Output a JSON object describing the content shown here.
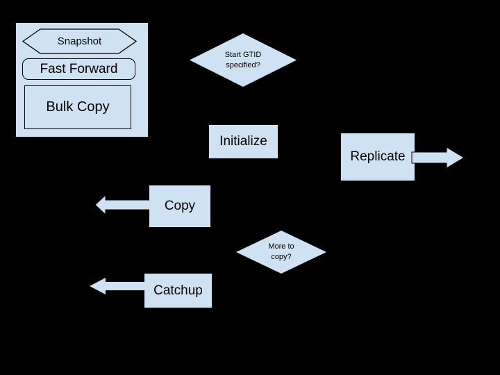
{
  "colors": {
    "background": "#000000",
    "shape_fill": "#cfe2f3",
    "outline": "#000000",
    "text": "#000000"
  },
  "legend": {
    "items": [
      {
        "shape": "hexagon",
        "label": "Snapshot"
      },
      {
        "shape": "rounded-rect",
        "label": "Fast Forward"
      },
      {
        "shape": "rect",
        "label": "Bulk Copy"
      }
    ]
  },
  "flowchart": {
    "decisions": [
      {
        "id": "start-gtid",
        "line1": "Start GTID",
        "line2": "specified?"
      },
      {
        "id": "more-to-copy",
        "line1": "More to",
        "line2": "copy?"
      }
    ],
    "steps": [
      {
        "id": "initialize",
        "label": "Initialize"
      },
      {
        "id": "replicate",
        "label": "Replicate"
      },
      {
        "id": "copy",
        "label": "Copy"
      },
      {
        "id": "catchup",
        "label": "Catchup"
      }
    ],
    "arrows": [
      {
        "id": "replicate-out",
        "icon": "arrow-right",
        "outlined": true
      },
      {
        "id": "copy-out",
        "icon": "arrow-left",
        "outlined": true
      },
      {
        "id": "catchup-out",
        "icon": "arrow-left",
        "outlined": false
      }
    ]
  }
}
